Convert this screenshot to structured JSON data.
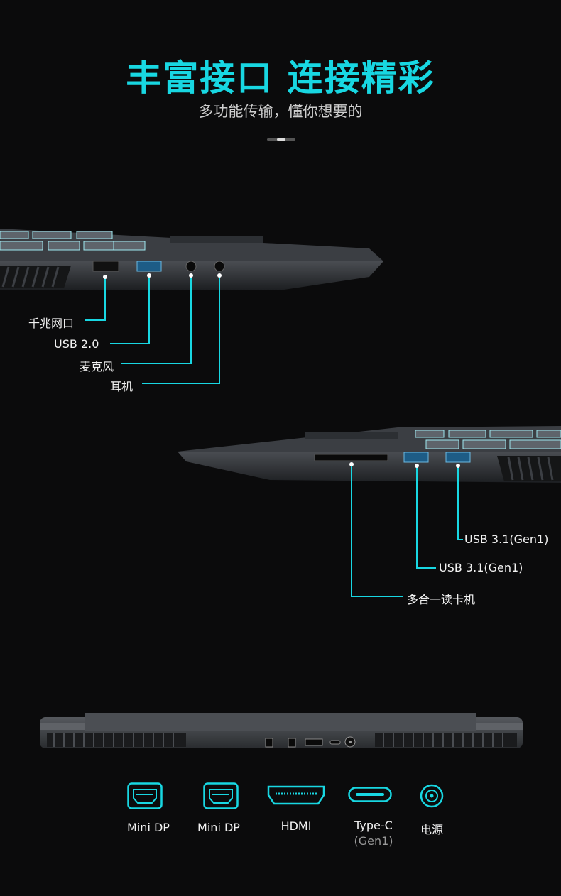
{
  "header": {
    "title": "丰富接口 连接精彩",
    "subtitle": "多功能传输，懂你想要的"
  },
  "left_side": {
    "labels": [
      "千兆网口",
      "USB 2.0",
      "麦克风",
      "耳机"
    ]
  },
  "right_side": {
    "labels": [
      "USB 3.1(Gen1)",
      "USB 3.1(Gen1)",
      "多合一读卡机"
    ]
  },
  "rear_ports": [
    {
      "label": "Mini DP",
      "icon": "mini-dp-icon"
    },
    {
      "label": "Mini DP",
      "icon": "mini-dp-icon"
    },
    {
      "label": "HDMI",
      "icon": "hdmi-icon"
    },
    {
      "label": "Type-C",
      "sub": "(Gen1)",
      "icon": "type-c-icon"
    },
    {
      "label": "电源",
      "icon": "power-jack-icon"
    }
  ],
  "colors": {
    "accent": "#18d7e2",
    "background": "#0b0b0c"
  }
}
